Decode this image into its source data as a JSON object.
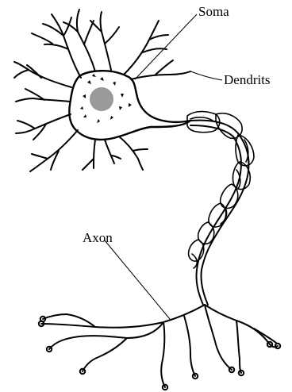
{
  "labels": {
    "soma": "Soma",
    "dendrits": "Dendrits",
    "axon": "Axon"
  },
  "colors": {
    "ink": "#000000",
    "nucleus": "#9a9a9a",
    "background": "#ffffff"
  }
}
